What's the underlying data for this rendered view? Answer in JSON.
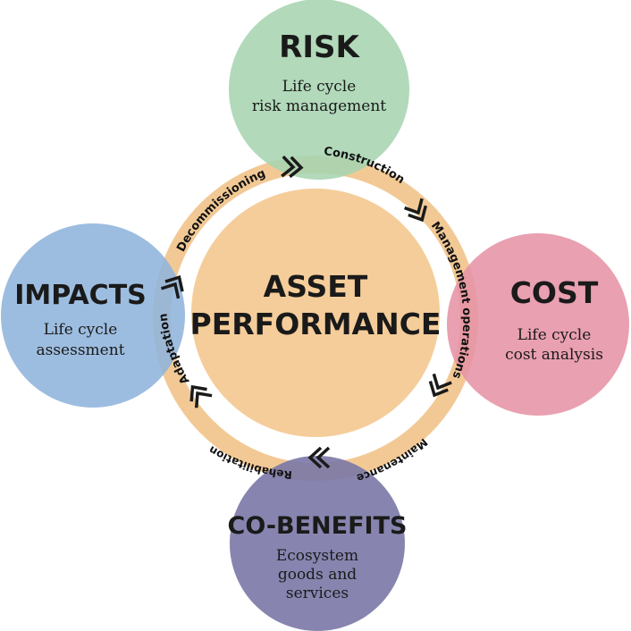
{
  "center": {
    "line1": "ASSET",
    "line2": "PERFORMANCE"
  },
  "pillars": {
    "risk": {
      "title": "RISK",
      "lines": [
        "Life cycle",
        "risk management"
      ]
    },
    "cost": {
      "title": "COST",
      "lines": [
        "Life cycle",
        "cost analysis"
      ]
    },
    "cobenefits": {
      "title": "CO-BENEFITS",
      "lines": [
        "Ecosystem",
        "goods and",
        "services"
      ]
    },
    "impacts": {
      "title": "IMPACTS",
      "lines": [
        "Life cycle",
        "assessment"
      ]
    }
  },
  "stages": [
    "Construction",
    "Management operations",
    "Maintenance",
    "Rehabilitation",
    "Adaptation",
    "Decommissioning"
  ],
  "colors": {
    "risk": "#a6d4b0",
    "cost": "#e693a6",
    "cobenefits": "#7a78a6",
    "impacts": "#90b4dc",
    "ring": "#f2c995",
    "center": "#f5cd9a"
  }
}
